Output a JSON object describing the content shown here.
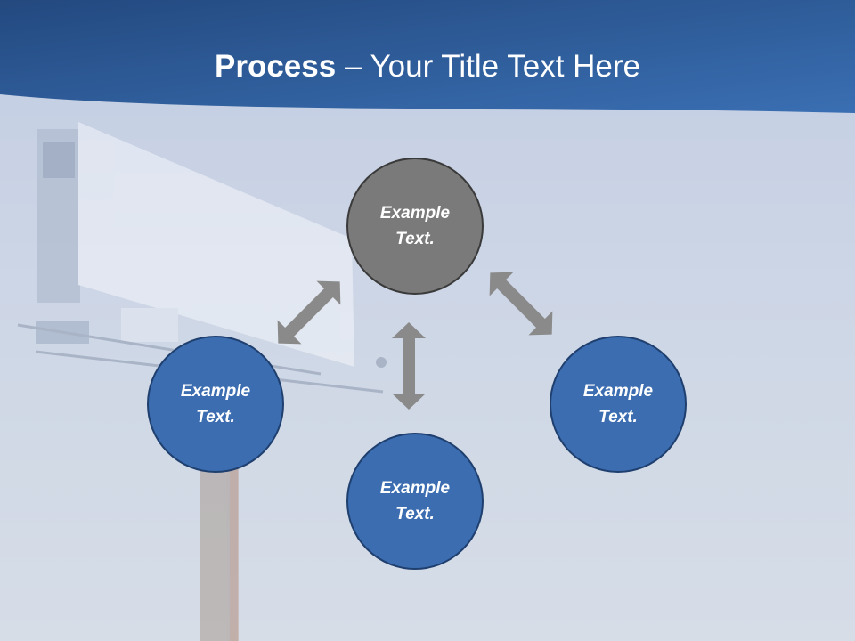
{
  "title": {
    "bold": "Process",
    "rest": " – Your Title Text Here"
  },
  "nodes": [
    {
      "label": "Example Text.",
      "style": "gray",
      "position": "top"
    },
    {
      "label": "Example Text.",
      "style": "blue",
      "position": "left"
    },
    {
      "label": "Example Text.",
      "style": "blue",
      "position": "bottom"
    },
    {
      "label": "Example Text.",
      "style": "blue",
      "position": "right"
    }
  ],
  "colors": {
    "header_band": "#2d5a95",
    "background_sky": "#c9d3e5",
    "node_gray": "#7a7a7a",
    "node_blue": "#3b6db0",
    "arrow": "#8a8a8a"
  }
}
